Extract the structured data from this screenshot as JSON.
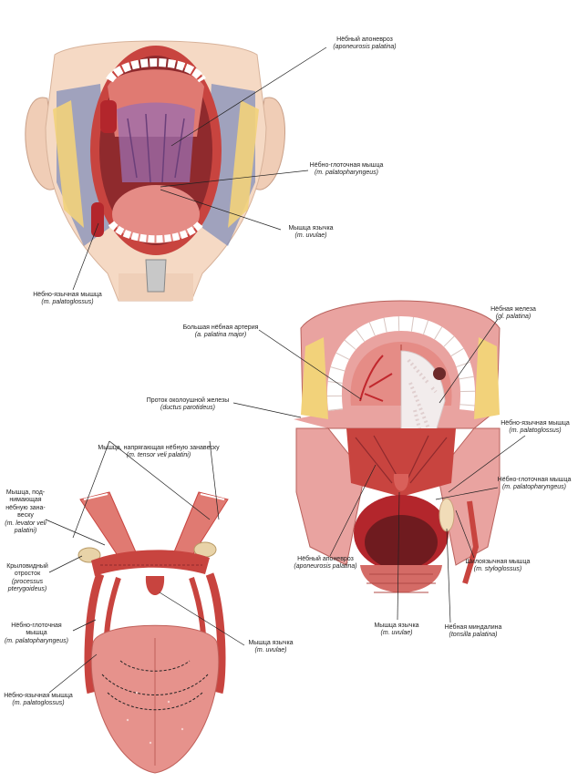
{
  "figure_top": {
    "aponeurosis": {
      "ru": "Нёбный апоневроз",
      "la": "(aponeurosis palatina)"
    },
    "palatopharyngeus": {
      "ru": "Нёбно-глоточная мышца",
      "la": "(m. palatopharyngeus)"
    },
    "uvulae": {
      "ru": "Мышца язычка",
      "la": "(m. uvulae)"
    },
    "palatoglossus": {
      "ru": "Нёбно-язычная мышца",
      "la": "(m. palatoglossus)"
    }
  },
  "figure_right": {
    "gland": {
      "ru": "Нёбная железа",
      "la": "(gl. palatina)"
    },
    "artery": {
      "ru": "Большая нёбная артерия",
      "la": "(a. palatina major)"
    },
    "duct": {
      "ru": "Проток околоушной железы",
      "la": "(ductus parotideus)"
    },
    "palatoglossus": {
      "ru": "Нёбно-язычная мышца",
      "la": "(m. palatoglossus)"
    },
    "palatopharyngeus": {
      "ru": "Нёбно-глоточная мышца",
      "la": "(m. palatopharyngeus)"
    },
    "aponeurosis": {
      "ru": "Нёбный апоневроз",
      "la": "(aponeurosis palatina)"
    },
    "styloglossus": {
      "ru": "Шилоязычная мышца",
      "la": "(m. styloglossus)"
    },
    "uvulae": {
      "ru": "Мышца язычка",
      "la": "(m. uvulae)"
    },
    "tonsil": {
      "ru": "Нёбная миндалина",
      "la": "(tonsilla palatina)"
    }
  },
  "figure_left": {
    "tensor": {
      "ru": "Мышца, напрягающая нёбную занавеску",
      "la": "(m. tensor veli palatini)"
    },
    "levator": {
      "ru1": "Мышца, под-",
      "ru2": "нимающая",
      "ru3": "нёбную зана-",
      "ru4": "веску",
      "la1": "(m. levator veli",
      "la2": "palatini)"
    },
    "pterygoid": {
      "ru1": "Крыловидный",
      "ru2": "отросток",
      "la1": "(processus",
      "la2": "pterygoideus)"
    },
    "palatopharyngeus": {
      "ru1": "Нёбно-глоточная",
      "ru2": "мышца",
      "la": "(m. palatopharyngeus)"
    },
    "uvulae": {
      "ru": "Мышца язычка",
      "la": "(m. uvulae)"
    },
    "palatoglossus": {
      "ru": "Нёбно-язычная мышца",
      "la": "(m. palatoglossus)"
    }
  },
  "colors": {
    "skin": "#f5d9c4",
    "muscle": "#c8443f",
    "muscle_light": "#e07a72",
    "mucosa": "#e9a3a0",
    "teeth": "#ffffff",
    "fat": "#f2d27a",
    "vein": "#5a74b8",
    "leader": "#222222"
  }
}
